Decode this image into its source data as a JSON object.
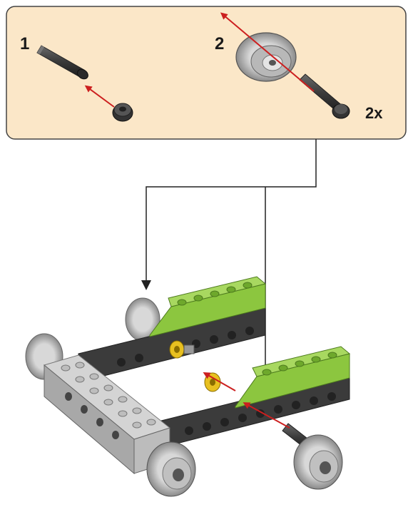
{
  "callout": {
    "step1_label": "1",
    "step2_label": "2",
    "quantity_label": "2x",
    "background_color": "#fbe7c8",
    "border_color": "#444444"
  },
  "parts": {
    "green_color": "#8cc63f",
    "dark_gray_color": "#3b3b3b",
    "light_gray_color": "#c8c8c8",
    "bushing_color": "#e8c020",
    "arrow_color": "#cc1f1f"
  }
}
